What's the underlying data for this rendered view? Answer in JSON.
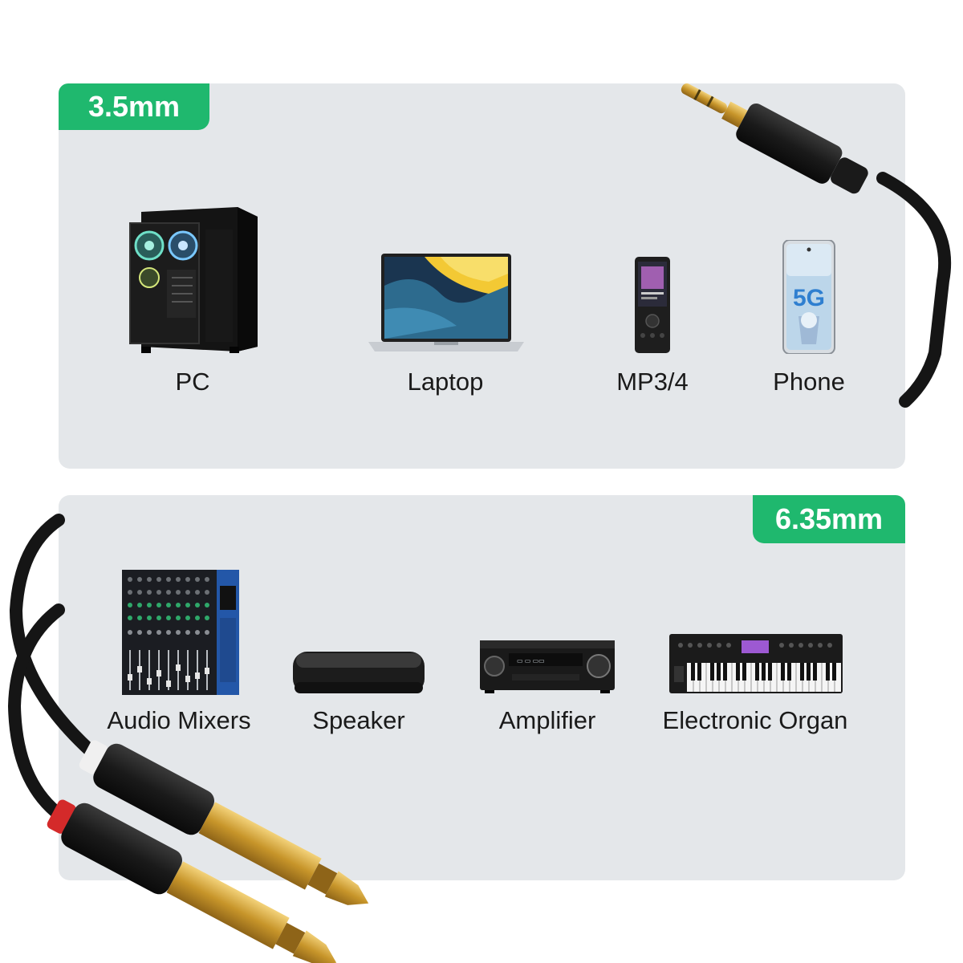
{
  "top": {
    "badge": "3.5mm",
    "devices": [
      {
        "label": "PC",
        "icon": "pc-tower-icon"
      },
      {
        "label": "Laptop",
        "icon": "laptop-icon"
      },
      {
        "label": "MP3/4",
        "icon": "mp3-player-icon"
      },
      {
        "label": "Phone",
        "icon": "smartphone-icon"
      }
    ],
    "phone_screen_text": "5G"
  },
  "bottom": {
    "badge": "6.35mm",
    "devices": [
      {
        "label": "Audio Mixers",
        "icon": "audio-mixer-icon"
      },
      {
        "label": "Speaker",
        "icon": "speaker-icon"
      },
      {
        "label": "Amplifier",
        "icon": "amplifier-icon"
      },
      {
        "label": "Electronic Organ",
        "icon": "keyboard-icon"
      }
    ]
  },
  "colors": {
    "badge_green": "#1fb86e",
    "panel_gray": "#e4e7ea",
    "plug_gold": "#d4a73a",
    "cable_black": "#1a1a1a",
    "ring_red": "#d42a2a",
    "ring_white": "#f2f2f2"
  }
}
